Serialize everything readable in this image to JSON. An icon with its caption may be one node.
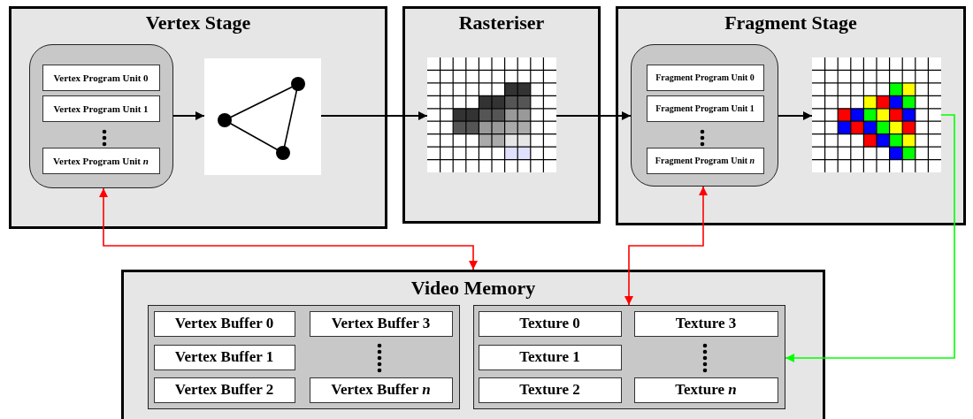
{
  "diagram": {
    "nodes": [
      {
        "text": [
          "Vertex Stage"
        ]
      },
      {
        "text": [],
        "shape": "box",
        "in": 0
      },
      {
        "text": [
          "Vertex Program Unit 0"
        ],
        "in": 1
      },
      {
        "text": [
          "Vertex Program Unit 1"
        ],
        "in": 1
      },
      {
        "text": [
          "Vertex Program Unit *n*"
        ],
        "in": 1
      },
      {
        "text": [],
        "shape": "picture",
        "in": 0
      },
      {
        "text": [
          "Rasteriser"
        ]
      },
      {
        "text": [],
        "shape": "picture",
        "in": 6
      },
      {
        "text": [
          "Fragment Stage"
        ]
      },
      {
        "text": [],
        "shape": "box",
        "in": 8
      },
      {
        "text": [
          "Fragment Program Unit 0"
        ],
        "in": 9
      },
      {
        "text": [
          "Fragment Program Unit 1"
        ],
        "in": 9
      },
      {
        "text": [
          "Fragment Program Unit *n*"
        ],
        "in": 9
      },
      {
        "text": [],
        "shape": "picture",
        "in": 8
      },
      {
        "text": [
          "Video Memory"
        ]
      },
      {
        "text": [],
        "shape": "box",
        "in": 14
      },
      {
        "text": [
          "Vertex Buffer 0"
        ],
        "in": 15
      },
      {
        "text": [
          "Vertex Buffer 3"
        ],
        "in": 15
      },
      {
        "text": [
          "Vertex Buffer 1"
        ],
        "in": 15
      },
      {
        "text": [
          "Vertex Buffer 2"
        ],
        "in": 15
      },
      {
        "text": [
          "Vertex Buffer *n*"
        ],
        "in": 15
      },
      {
        "text": [],
        "shape": "box",
        "in": 14
      },
      {
        "text": [
          "Texture 0"
        ],
        "in": 21
      },
      {
        "text": [
          "Texture 3"
        ],
        "in": 21
      },
      {
        "text": [
          "Texture 1"
        ],
        "in": 21
      },
      {
        "text": [
          "Texture 2"
        ],
        "in": 21
      },
      {
        "text": [
          "Texture *n*"
        ],
        "in": 21
      }
    ],
    "edges": [
      {
        "from": 1,
        "to": 5,
        "arrow": "to"
      },
      {
        "from": 5,
        "to": 7,
        "arrow": "to"
      },
      {
        "from": 7,
        "to": 9,
        "arrow": "to"
      },
      {
        "from": 9,
        "to": 13,
        "arrow": "to"
      },
      {
        "from": 1,
        "to": 14,
        "arrow": "both",
        "color": "#ff0000"
      },
      {
        "from": 9,
        "to": 21,
        "arrow": "both",
        "color": "#ff0000"
      },
      {
        "from": 13,
        "to": 21,
        "arrow": "to",
        "color": "#00ff00"
      }
    ]
  }
}
